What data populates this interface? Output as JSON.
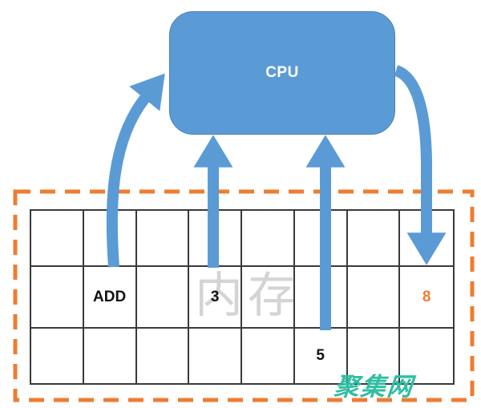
{
  "colors": {
    "cpu-fill": "#5B9BD5",
    "cpu-border": "#4A7EBB",
    "arrow-blue": "#5B9BD5",
    "dash-orange": "#ED7D31",
    "grid-line": "#3A3A3A",
    "watermark-gray": "#D4D4D4",
    "watermark-green": "#2FBEA2"
  },
  "cpu": {
    "label": "CPU"
  },
  "memory": {
    "rows": 3,
    "cols": 8,
    "watermark": "内存",
    "cells": [
      {
        "row": 2,
        "col": 2,
        "value": "ADD",
        "color": "#111111"
      },
      {
        "row": 2,
        "col": 4,
        "value": "3",
        "color": "#111111"
      },
      {
        "row": 2,
        "col": 8,
        "value": "8",
        "color": "#ED7D31"
      },
      {
        "row": 3,
        "col": 6,
        "value": "5",
        "color": "#111111"
      }
    ]
  },
  "site_watermark": {
    "text": "聚集网"
  }
}
